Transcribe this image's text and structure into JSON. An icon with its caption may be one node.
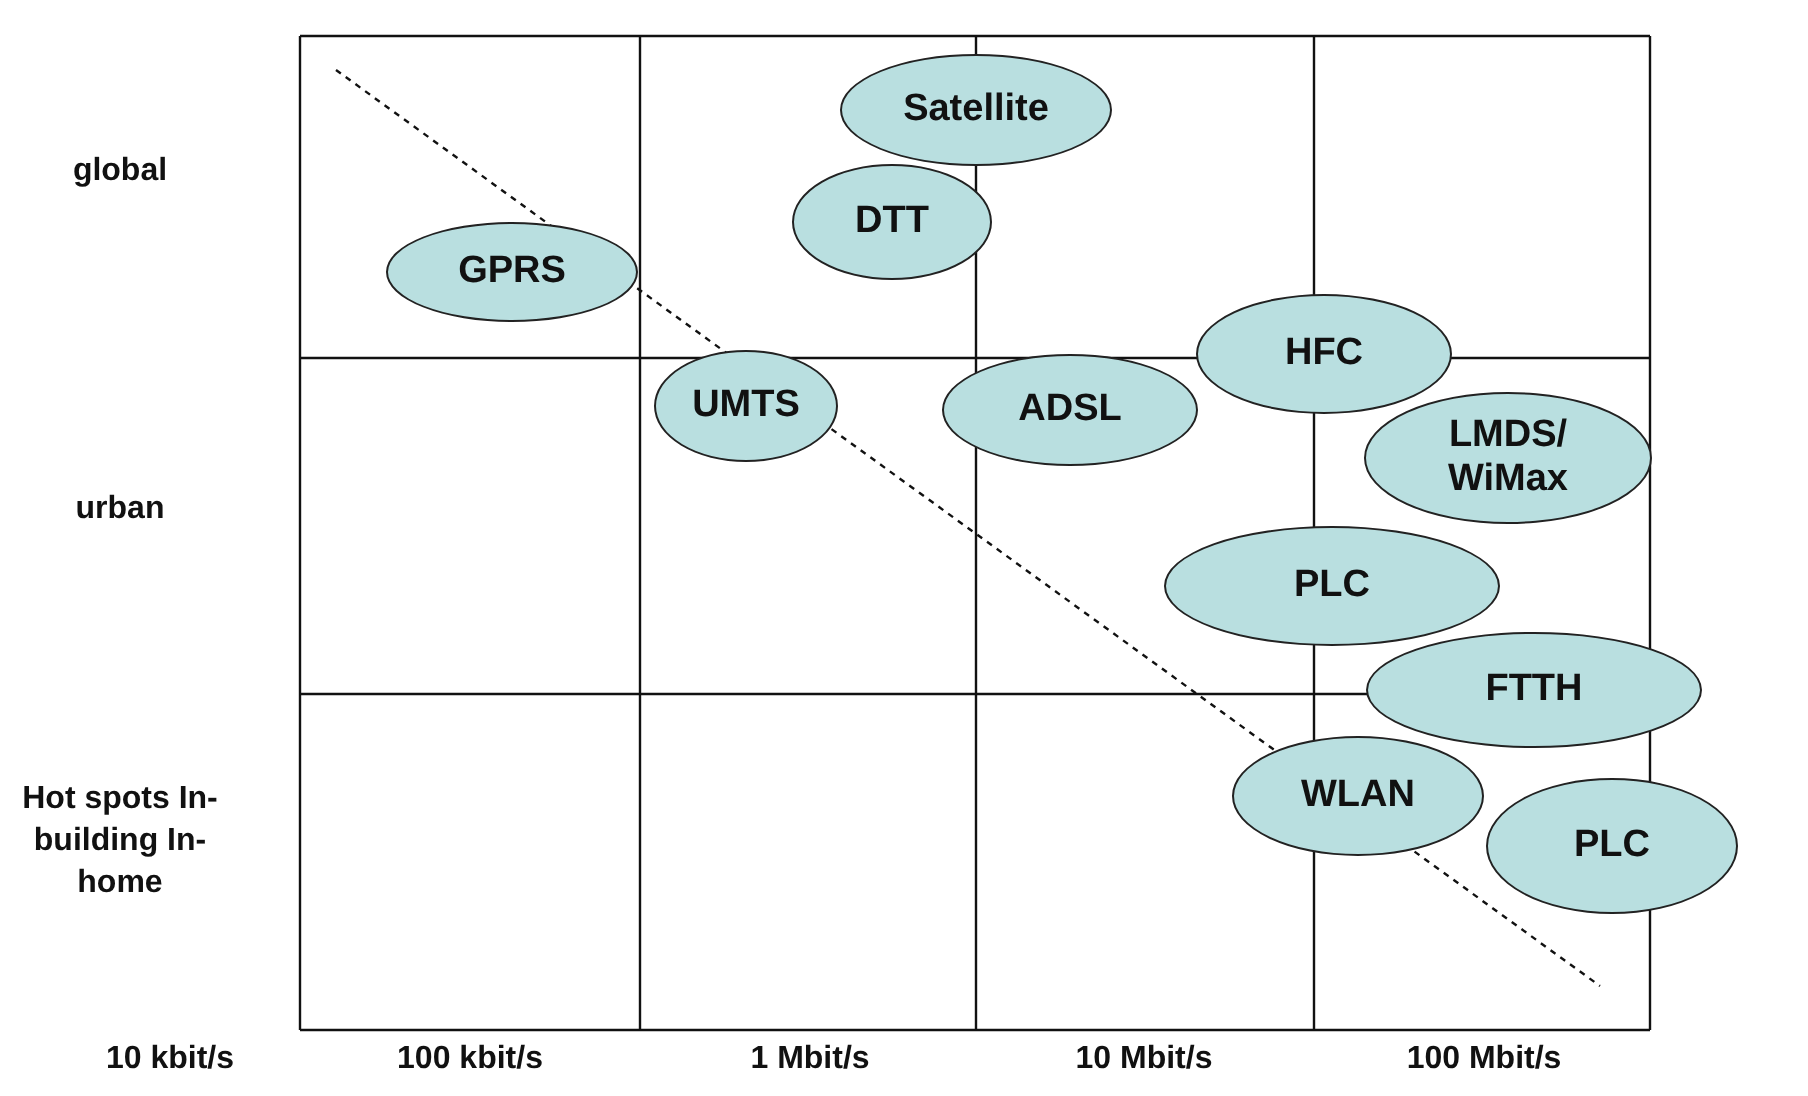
{
  "diagram": {
    "nodes": [
      {
        "text": [
          "Satellite"
        ]
      },
      {
        "text": [
          "DTT"
        ]
      },
      {
        "text": [
          "GPRS"
        ]
      },
      {
        "text": [
          "HFC"
        ]
      },
      {
        "text": [
          "UMTS"
        ]
      },
      {
        "text": [
          "ADSL"
        ]
      },
      {
        "text": [
          "LMDS/ WiMax"
        ]
      },
      {
        "text": [
          "PLC"
        ]
      },
      {
        "text": [
          "FTTH"
        ]
      },
      {
        "text": [
          "WLAN"
        ]
      },
      {
        "text": [
          "PLC"
        ]
      }
    ],
    "labels": [
      "global",
      "urban",
      "Hot spots In-building In-home",
      "10 kbit/s",
      "100 kbit/s",
      "1 Mbit/s",
      "10 Mbit/s",
      "100 Mbit/s"
    ]
  }
}
